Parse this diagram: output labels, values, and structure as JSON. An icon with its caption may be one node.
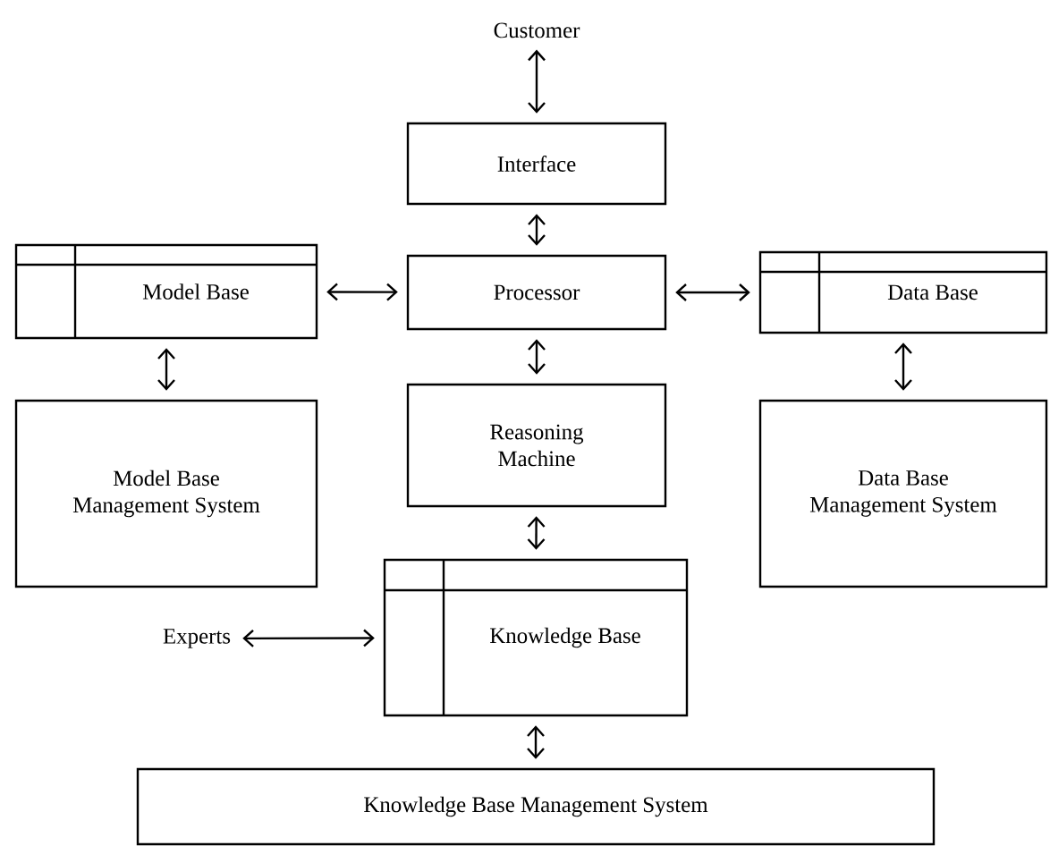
{
  "diagram": {
    "nodes": [
      {
        "text": [
          "Customer"
        ]
      },
      {
        "text": [
          "Interface"
        ]
      },
      {
        "text": [
          "Processor"
        ]
      },
      {
        "text": [
          "Model Base"
        ]
      },
      {
        "text": [
          "Data Base"
        ]
      },
      {
        "text": [
          "Model Base Management System"
        ]
      },
      {
        "text": [
          "Reasoning Machine"
        ]
      },
      {
        "text": [
          "Data Base Management System"
        ]
      },
      {
        "text": [
          "Experts"
        ]
      },
      {
        "text": [
          "Knowledge Base"
        ]
      },
      {
        "text": [
          "Knowledge Base Management System"
        ]
      }
    ],
    "edges": [
      {
        "from": 0,
        "to": 1,
        "arrow": "both"
      },
      {
        "from": 1,
        "to": 2,
        "arrow": "both"
      },
      {
        "from": 3,
        "to": 2,
        "arrow": "both"
      },
      {
        "from": 2,
        "to": 4,
        "arrow": "both"
      },
      {
        "from": 3,
        "to": 5,
        "arrow": "both"
      },
      {
        "from": 2,
        "to": 6,
        "arrow": "both"
      },
      {
        "from": 4,
        "to": 7,
        "arrow": "both"
      },
      {
        "from": 6,
        "to": 9,
        "arrow": "both"
      },
      {
        "from": 8,
        "to": 9,
        "arrow": "both"
      },
      {
        "from": 9,
        "to": 10,
        "arrow": "both"
      }
    ]
  }
}
